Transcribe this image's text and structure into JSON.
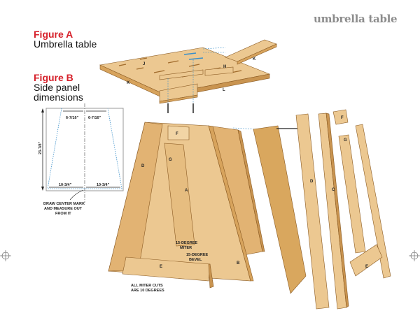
{
  "page_title": "umbrella table",
  "figure_a": {
    "label": "Figure A",
    "caption": "Umbrella table"
  },
  "figure_b": {
    "label": "Figure B",
    "caption_line1": "Side panel",
    "caption_line2": "dimensions"
  },
  "dimensions": {
    "top_left": "6-7/16\"",
    "top_right": "6-7/16\"",
    "bottom_left": "10-3/4\"",
    "bottom_right": "10-3/4\"",
    "height": "23-7/8\"",
    "note_line1": "DRAW CENTER MARK",
    "note_line2": "AND MEASURE OUT",
    "note_line3": "FROM IT"
  },
  "part_labels": {
    "top_j": "J",
    "top_k_right": "K",
    "top_h": "H",
    "top_k_left": "K",
    "top_l": "L",
    "base_f": "F",
    "base_g": "G",
    "base_d": "D",
    "base_a": "A",
    "base_e": "E",
    "base_b": "B",
    "exp_d": "D",
    "exp_c": "C",
    "exp_f": "F",
    "exp_g": "G",
    "exp_e": "E"
  },
  "notes": {
    "miter_line1": "15-DEGREE",
    "miter_line2": "MITER",
    "bevel_line1": "15-DEGREE",
    "bevel_line2": "BEVEL",
    "cuts_line1": "ALL MITER CUTS",
    "cuts_line2": "ARE 10 DEGREES"
  },
  "colors": {
    "accent": "#d6202a",
    "wood": "#ecc891",
    "wood_dark": "#d7a35c",
    "guide": "#3a8fc9"
  }
}
